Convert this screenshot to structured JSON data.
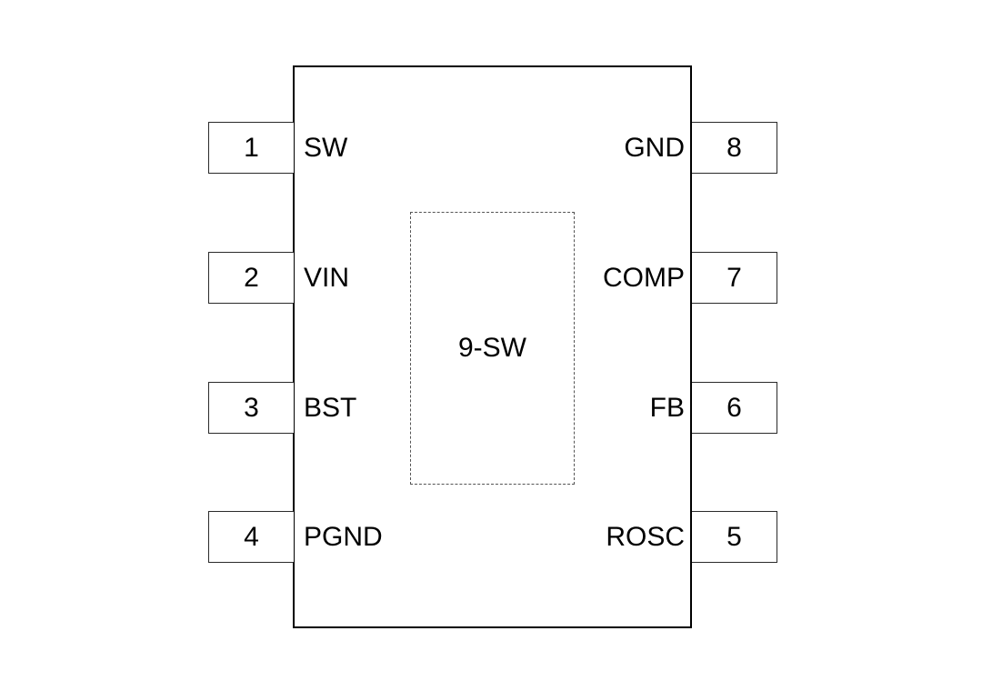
{
  "chip": {
    "left_pins": [
      {
        "number": "1",
        "label": "SW"
      },
      {
        "number": "2",
        "label": "VIN"
      },
      {
        "number": "3",
        "label": "BST"
      },
      {
        "number": "4",
        "label": "PGND"
      }
    ],
    "right_pins": [
      {
        "number": "8",
        "label": "GND"
      },
      {
        "number": "7",
        "label": "COMP"
      },
      {
        "number": "6",
        "label": "FB"
      },
      {
        "number": "5",
        "label": "ROSC"
      }
    ],
    "thermal_pad_label": "9-SW"
  },
  "colors": {
    "background": "#ffffff",
    "chip_outline": "#000000",
    "pin_box_border": "#2a2a2a",
    "dashed_pad_border": "#555555",
    "text": "#000000"
  }
}
